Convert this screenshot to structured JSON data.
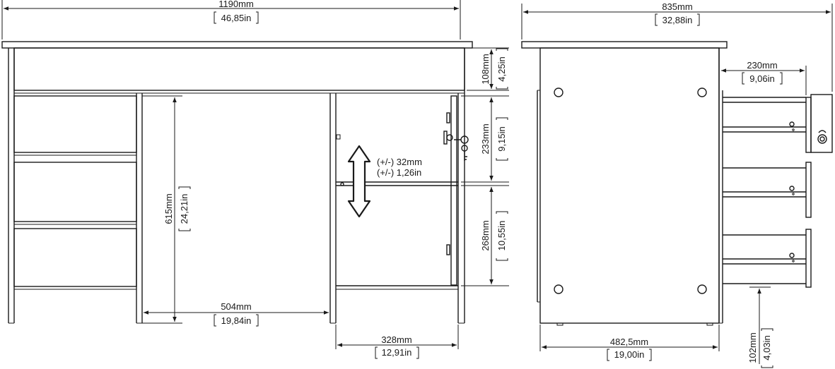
{
  "front_view": {
    "width_mm": "1190mm",
    "width_in": "46,85in",
    "top_drawer_mm": "108mm",
    "top_drawer_in": "4,25in",
    "height_mm": "615mm",
    "height_in": "24,21in",
    "opening_mm": "504mm",
    "opening_in": "19,84in",
    "shelf_upper_mm": "233mm",
    "shelf_upper_in": "9,15in",
    "shelf_lower_mm": "268mm",
    "shelf_lower_in": "10,55in",
    "shelf_adjust_mm": "(+/-) 32mm",
    "shelf_adjust_in": "(+/-) 1,26in",
    "door_width_mm": "328mm",
    "door_width_in": "12,91in"
  },
  "side_view": {
    "depth_mm": "835mm",
    "depth_in": "32,88in",
    "drawer_ext_mm": "230mm",
    "drawer_ext_in": "9,06in",
    "cabinet_depth_mm": "482,5mm",
    "cabinet_depth_in": "19,00in",
    "clearance_mm": "102mm",
    "clearance_in": "4,03in"
  },
  "icons": {
    "adjust_arrow": "double-arrow-vertical-icon",
    "lock": "lock-icon",
    "key": "key-icon",
    "hinge": "hinge-icon"
  }
}
